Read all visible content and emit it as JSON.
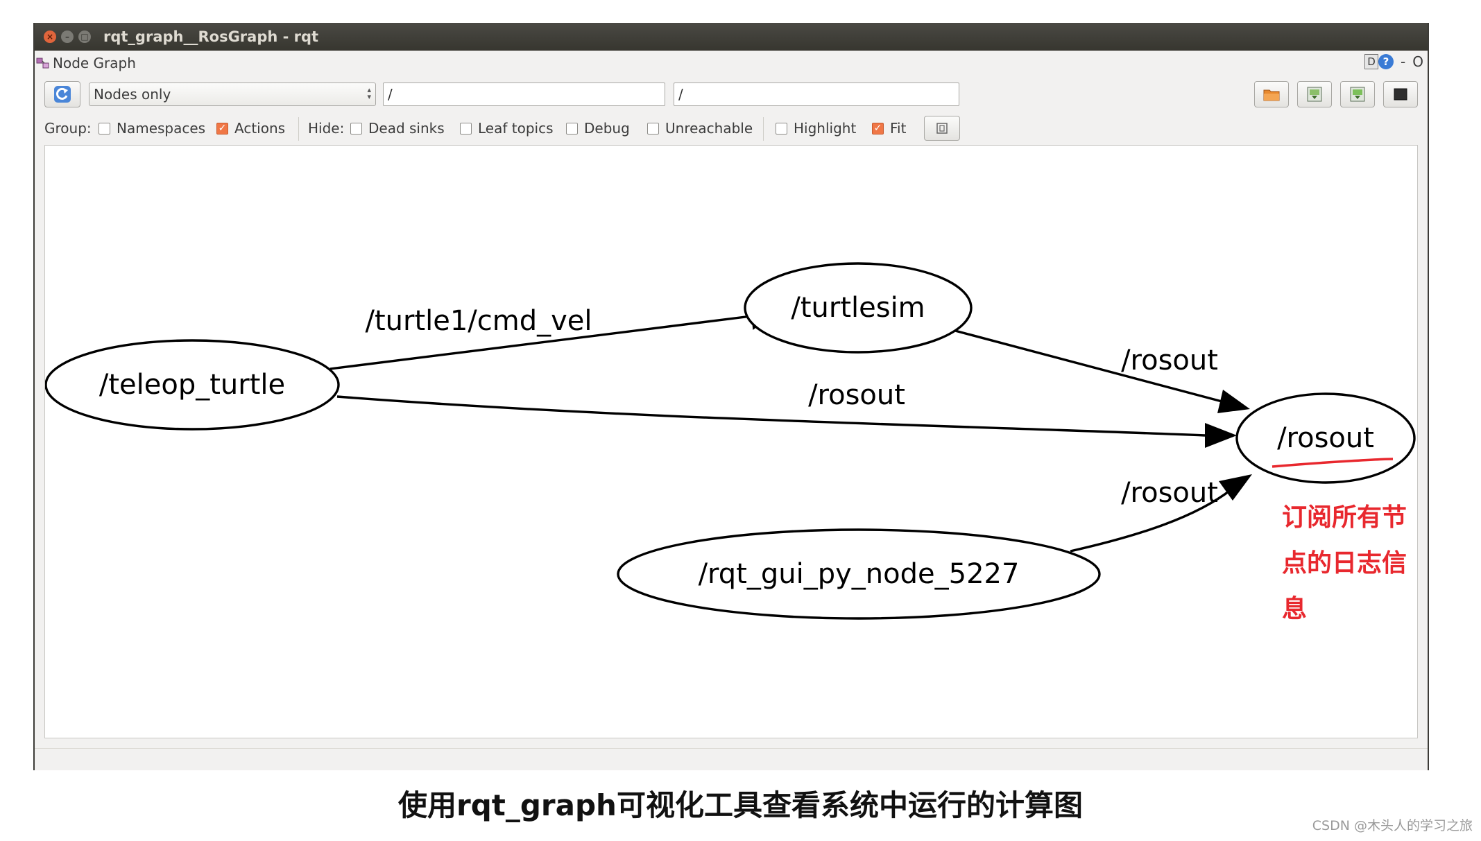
{
  "window": {
    "title": "rqt_graph__RosGraph - rqt",
    "close_glyph": "×",
    "minimize_glyph": "–",
    "maximize_glyph": "□"
  },
  "menubar": {
    "plugin_title": "Node Graph",
    "d_label": "D",
    "help_label": "?",
    "dash_label": "-",
    "o_label": "O"
  },
  "toolbar": {
    "mode_value": "Nodes only",
    "node_filter_value": "/",
    "topic_filter_value": "/"
  },
  "options": {
    "group_label": "Group:",
    "namespaces_label": "Namespaces",
    "namespaces_checked": false,
    "actions_label": "Actions",
    "actions_checked": true,
    "hide_label": "Hide:",
    "dead_sinks_label": "Dead sinks",
    "dead_sinks_checked": false,
    "leaf_topics_label": "Leaf topics",
    "leaf_topics_checked": false,
    "debug_label": "Debug",
    "debug_checked": false,
    "unreachable_label": "Unreachable",
    "unreachable_checked": false,
    "highlight_label": "Highlight",
    "highlight_checked": false,
    "fit_label": "Fit",
    "fit_checked": true
  },
  "graph": {
    "nodes": {
      "teleop": "/teleop_turtle",
      "turtlesim": "/turtlesim",
      "rosout": "/rosout",
      "rqt_gui": "/rqt_gui_py_node_5227"
    },
    "edges": {
      "teleop_to_turtlesim": "/turtle1/cmd_vel",
      "teleop_to_rosout": "/rosout",
      "turtlesim_to_rosout": "/rosout",
      "rqt_to_rosout": "/rosout"
    },
    "annotation_lines": [
      "订阅所有节",
      "点的日志信",
      "息"
    ],
    "annotation_color": "#e8282e"
  },
  "caption": "使用rqt_graph可视化工具查看系统中运行的计算图",
  "watermark": "CSDN @木头人的学习之旅"
}
